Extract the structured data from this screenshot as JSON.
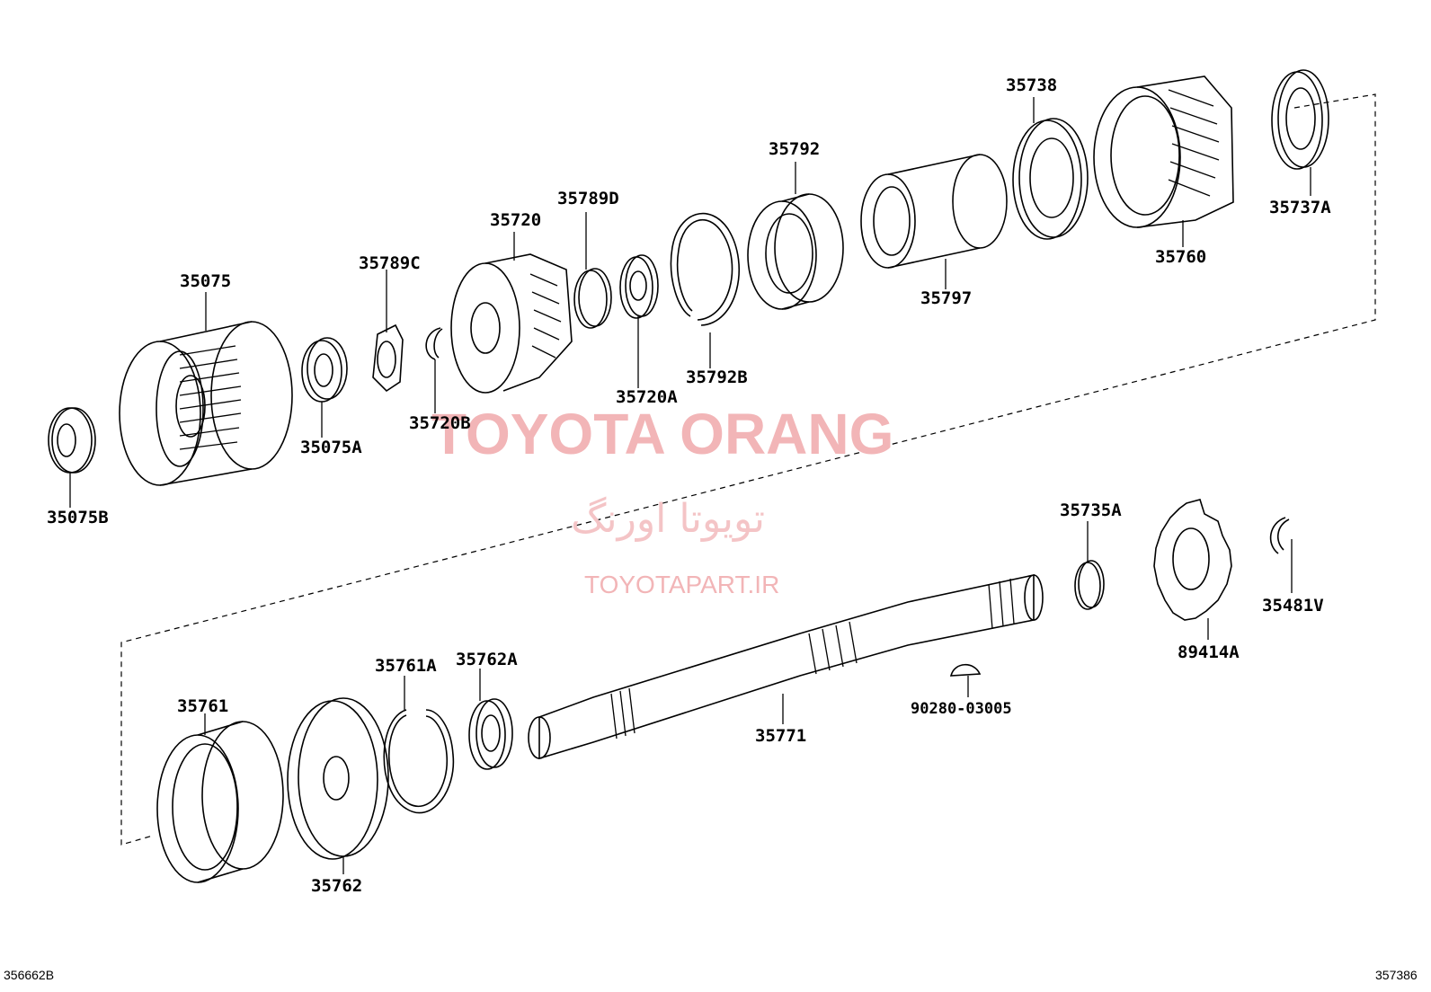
{
  "diagram": {
    "corner_left": "356662B",
    "corner_right": "357386",
    "watermark": {
      "brand": "TOYOTA ORANG",
      "brand_fa": "تویوتا اورنگ",
      "url": "TOYOTAPART.IR"
    },
    "parts": {
      "p35075B": "35075B",
      "p35075": "35075",
      "p35075A": "35075A",
      "p35789C": "35789C",
      "p35720B": "35720B",
      "p35720": "35720",
      "p35789D": "35789D",
      "p35720A": "35720A",
      "p35792B": "35792B",
      "p35792": "35792",
      "p35797": "35797",
      "p35738": "35738",
      "p35760": "35760",
      "p35737A": "35737A",
      "p35735A": "35735A",
      "p89414A": "89414A",
      "p35481V": "35481V",
      "p90280": "90280-03005",
      "p35771": "35771",
      "p35762A": "35762A",
      "p35761A": "35761A",
      "p35761": "35761",
      "p35762": "35762"
    }
  }
}
